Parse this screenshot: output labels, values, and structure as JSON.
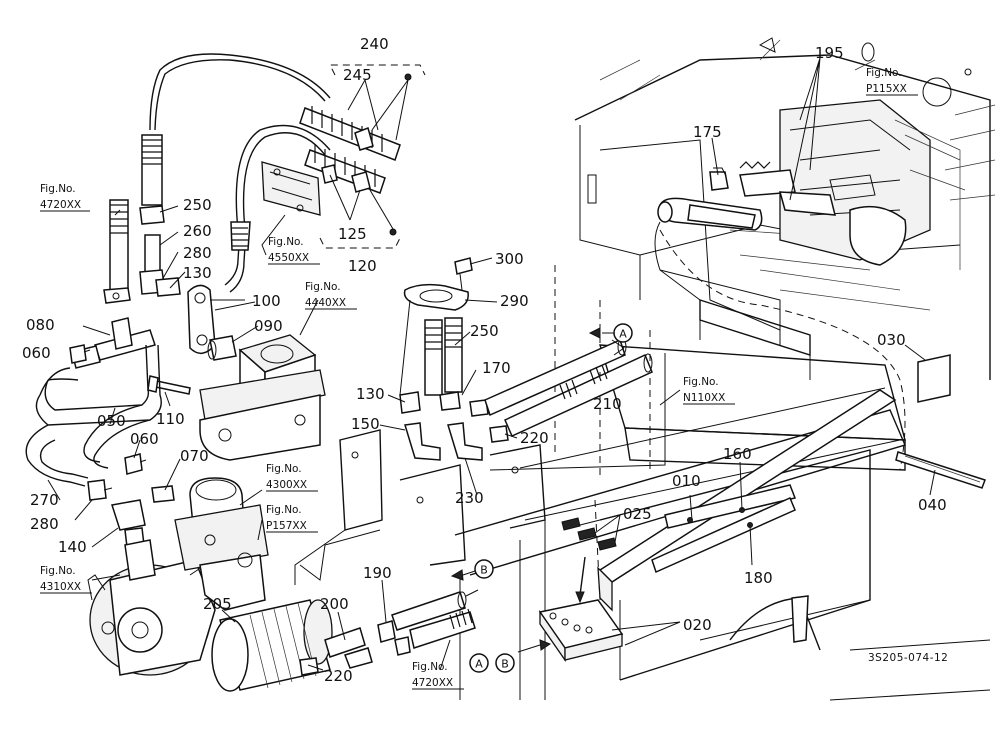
{
  "callouts": [
    {
      "id": "c240",
      "text": "240"
    },
    {
      "id": "c245",
      "text": "245"
    },
    {
      "id": "c125",
      "text": "125"
    },
    {
      "id": "c120",
      "text": "120"
    },
    {
      "id": "c250a",
      "text": "250"
    },
    {
      "id": "c260",
      "text": "260"
    },
    {
      "id": "c280a",
      "text": "280"
    },
    {
      "id": "c130a",
      "text": "130"
    },
    {
      "id": "c100",
      "text": "100"
    },
    {
      "id": "c090",
      "text": "090"
    },
    {
      "id": "c080",
      "text": "080"
    },
    {
      "id": "c060a",
      "text": "060"
    },
    {
      "id": "c110",
      "text": "110"
    },
    {
      "id": "c050",
      "text": "050"
    },
    {
      "id": "c060b",
      "text": "060"
    },
    {
      "id": "c070",
      "text": "070"
    },
    {
      "id": "c270",
      "text": "270"
    },
    {
      "id": "c280b",
      "text": "280"
    },
    {
      "id": "c140",
      "text": "140"
    },
    {
      "id": "c300",
      "text": "300"
    },
    {
      "id": "c290",
      "text": "290"
    },
    {
      "id": "c250b",
      "text": "250"
    },
    {
      "id": "c170",
      "text": "170"
    },
    {
      "id": "c210",
      "text": "210"
    },
    {
      "id": "c130b",
      "text": "130"
    },
    {
      "id": "c150",
      "text": "150"
    },
    {
      "id": "c220a",
      "text": "220"
    },
    {
      "id": "c230",
      "text": "230"
    },
    {
      "id": "c195",
      "text": "195"
    },
    {
      "id": "c175",
      "text": "175"
    },
    {
      "id": "c030",
      "text": "030"
    },
    {
      "id": "c010",
      "text": "010"
    },
    {
      "id": "c160",
      "text": "160"
    },
    {
      "id": "c025",
      "text": "025"
    },
    {
      "id": "c040",
      "text": "040"
    },
    {
      "id": "c180",
      "text": "180"
    },
    {
      "id": "c020",
      "text": "020"
    },
    {
      "id": "c190",
      "text": "190"
    },
    {
      "id": "c200",
      "text": "200"
    },
    {
      "id": "c205",
      "text": "205"
    },
    {
      "id": "c220b",
      "text": "220"
    }
  ],
  "figure_refs": [
    {
      "id": "f4720a",
      "label": "Fig.No.",
      "number": "4720XX"
    },
    {
      "id": "f4550",
      "label": "Fig.No.",
      "number": "4550XX"
    },
    {
      "id": "f4440",
      "label": "Fig.No.",
      "number": "4440XX"
    },
    {
      "id": "f4300",
      "label": "Fig.No.",
      "number": "4300XX"
    },
    {
      "id": "fP157",
      "label": "Fig.No.",
      "number": "P157XX"
    },
    {
      "id": "f4310",
      "label": "Fig.No.",
      "number": "4310XX"
    },
    {
      "id": "fP115",
      "label": "Fig.No.",
      "number": "P115XX"
    },
    {
      "id": "fN110",
      "label": "Fig.No.",
      "number": "N110XX"
    },
    {
      "id": "f4720b",
      "label": "Fig.No.",
      "number": "4720XX"
    }
  ],
  "connectors": {
    "a": "A",
    "b": "B"
  },
  "drawing_code": "3S205-074-12",
  "colors": {
    "ink": "#111111",
    "paper": "#ffffff"
  }
}
